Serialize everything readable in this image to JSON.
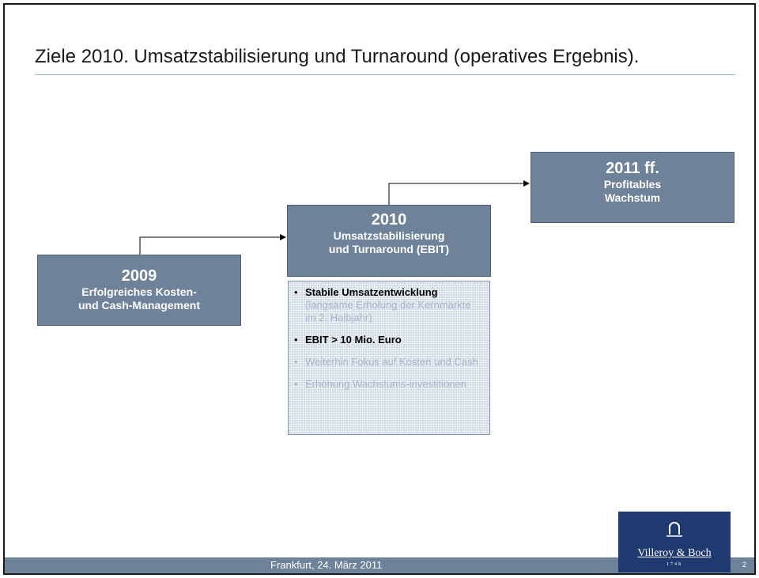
{
  "slide": {
    "title": "Ziele 2010. Umsatzstabilisierung und Turnaround (operatives Ergebnis).",
    "footer": "Frankfurt, 24. März 2011",
    "page_number": "2"
  },
  "steps": [
    {
      "year": "2009",
      "line1": "Erfolgreiches Kosten-",
      "line2": "und Cash-Management"
    },
    {
      "year": "2010",
      "line1": "Umsatzstabilisierung",
      "line2": "und Turnaround (EBIT)"
    },
    {
      "year": "2011 ff.",
      "line1": "Profitables",
      "line2": "Wachstum"
    }
  ],
  "details": [
    {
      "bullet": "•",
      "text": "Stabile Umsatzentwicklung",
      "note": "(langsame Erholung der Kernmärkte im 2. Halbjahr)",
      "emphasized": true
    },
    {
      "bullet": "•",
      "text": "EBIT > 10 Mio. Euro",
      "emphasized": true
    },
    {
      "bullet": "•",
      "text": "Weiterhin Fokus auf Kosten und Cash",
      "emphasized": false
    },
    {
      "bullet": "•",
      "text": "Erhöhung Wachstums-investitionen",
      "emphasized": false
    }
  ],
  "logo": {
    "name": "Villeroy & Boch",
    "year": "1748",
    "icon": "fountain-icon"
  },
  "colors": {
    "box_fill": "#6e8299",
    "detail_fill": "#cfd9e6",
    "footer_bar": "#6e8299",
    "logo_bg": "#1e3a70",
    "faded_text": "#a9b6c5"
  }
}
